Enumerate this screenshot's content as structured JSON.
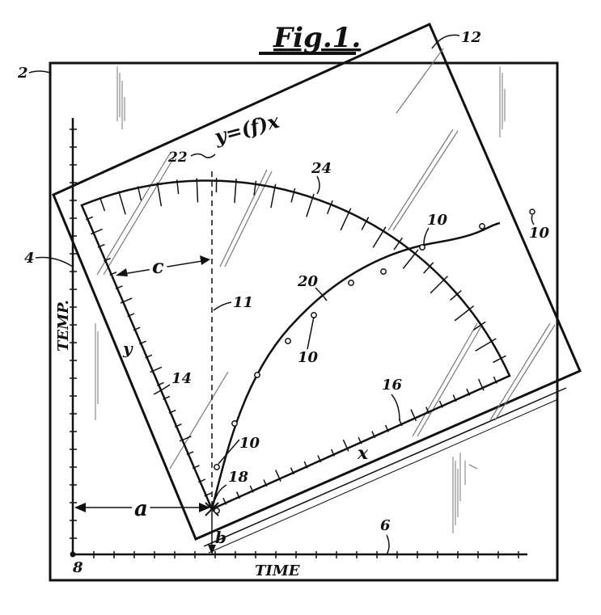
{
  "figure": {
    "title": "Fig.1.",
    "refs": {
      "frame": "2",
      "temp_axis": "4",
      "time_axis": "6",
      "origin": "8",
      "points_right": "10",
      "points_upper": "10",
      "points_mid": "10",
      "points_lower": "10",
      "dashed_line": "11",
      "overlay": "12",
      "y_scale": "14",
      "x_scale": "16",
      "pivot": "18",
      "curve": "20",
      "function": "22",
      "arc_scale": "24"
    },
    "function_label": "y=(f)x",
    "labels": {
      "temp": "TEMP.",
      "time": "TIME",
      "a": "a",
      "b": "b",
      "c": "c",
      "x": "x",
      "y": "y"
    }
  },
  "colors": {
    "ink": "#111111",
    "paper": "#ffffff",
    "glare": "#777777"
  }
}
